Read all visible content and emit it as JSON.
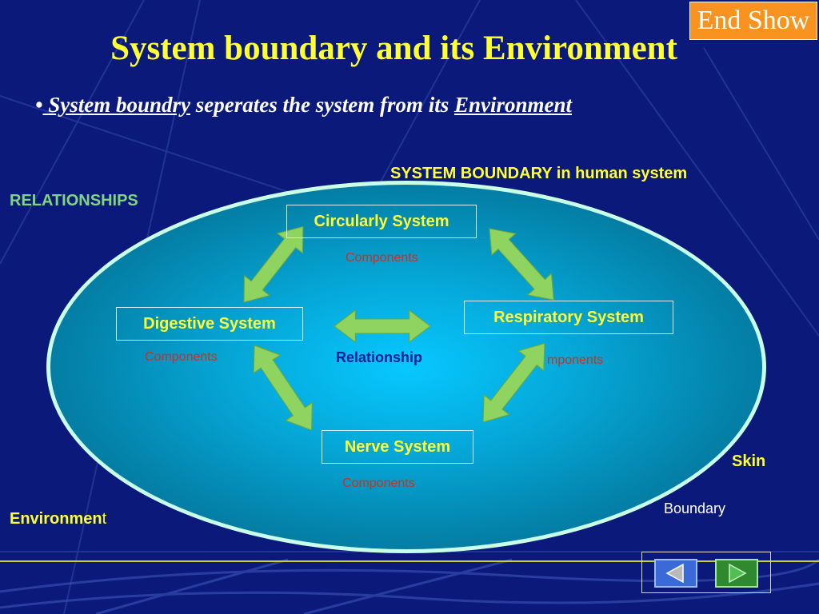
{
  "end_show": {
    "label": "End Show"
  },
  "title": "System boundary and its Environment",
  "subtitle": {
    "bullet": "•",
    "part1": " System boundry",
    "part2": " seperates the system from its ",
    "part3": "Environment"
  },
  "labels": {
    "system_boundary": "SYSTEM BOUNDARY in human system",
    "relationships": "RELATIONSHIPS",
    "relationship": "Relationship",
    "skin": "Skin",
    "boundary": "Boundary",
    "environment_main": "Environmen",
    "environment_tail": "t"
  },
  "systems": {
    "circulary": {
      "name": "Circularly System",
      "components": "Components"
    },
    "digestive": {
      "name": "Digestive System",
      "components": "Components"
    },
    "respiratory": {
      "name": "Respiratory System",
      "components": "mponents"
    },
    "nerve": {
      "name": "Nerve System",
      "components": "Components"
    }
  },
  "navigation": {
    "prev_icon": "triangle-left-icon",
    "next_icon": "triangle-right-icon"
  },
  "colors": {
    "background": "#0b1a7a",
    "title": "#ffff33",
    "arrow": "#8fd460",
    "components": "#c83220",
    "relationships": "#7fd67f",
    "end_show_bg": "#f7931e"
  }
}
